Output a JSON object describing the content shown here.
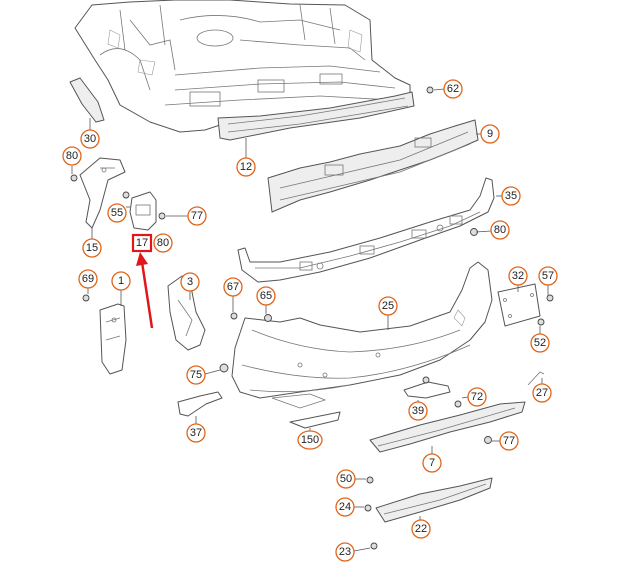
{
  "diagram": {
    "accent_color": "#e0651a",
    "highlight_color": "#e0161a",
    "highlighted_part": "17",
    "callouts": [
      "62",
      "9",
      "12",
      "30",
      "80",
      "15",
      "55",
      "77",
      "80",
      "17",
      "35",
      "80",
      "32",
      "57",
      "69",
      "1",
      "3",
      "67",
      "65",
      "25",
      "52",
      "75",
      "27",
      "72",
      "39",
      "37",
      "150",
      "77",
      "7",
      "50",
      "24",
      "22",
      "23"
    ]
  }
}
